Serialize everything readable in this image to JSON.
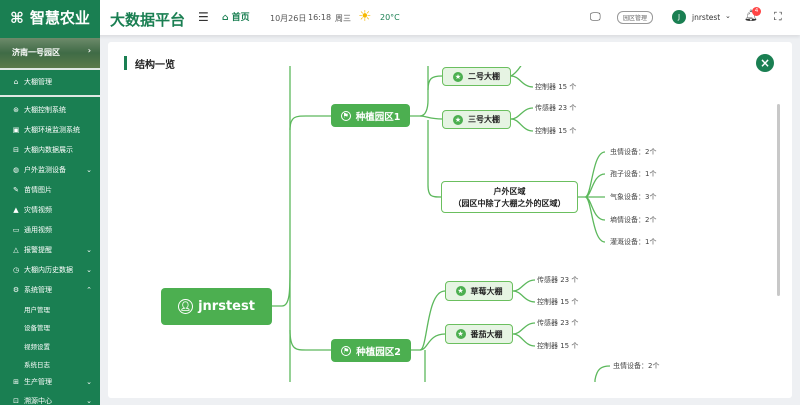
{
  "header": {
    "logo": "智慧农业",
    "platform": "大数据平台",
    "home": "首页",
    "date": "10月26日",
    "time": "16:18",
    "weekday": "周三",
    "temperature": "20°C",
    "park_manage": "园区管理",
    "avatar_letter": "J",
    "username": "jnrstest",
    "notification_count": "4"
  },
  "sidebar": {
    "park": "济南一号园区",
    "items": [
      {
        "label": "大棚管理",
        "icon": "home-icon"
      },
      {
        "label": "大棚控制系统",
        "icon": "control-icon"
      },
      {
        "label": "大棚环境监测系统",
        "icon": "monitor-icon"
      },
      {
        "label": "大棚内数据展示",
        "icon": "data-icon"
      },
      {
        "label": "户外监测设备",
        "icon": "outdoor-icon",
        "expand": true
      },
      {
        "label": "苗情图片",
        "icon": "plant-icon"
      },
      {
        "label": "灾情视频",
        "icon": "disaster-icon"
      },
      {
        "label": "通用视频",
        "icon": "video-icon"
      },
      {
        "label": "报警提醒",
        "icon": "alert-icon",
        "expand": true
      },
      {
        "label": "大棚内历史数据",
        "icon": "history-icon",
        "expand": true
      },
      {
        "label": "系统管理",
        "icon": "settings-icon",
        "expand": true
      }
    ],
    "sub_items": [
      "用户管理",
      "设备管理",
      "视频设置",
      "系统日志"
    ],
    "bottom_items": [
      {
        "label": "生产管理",
        "icon": "production-icon"
      },
      {
        "label": "溯源中心",
        "icon": "trace-icon"
      }
    ]
  },
  "page": {
    "title": "结构一览"
  },
  "mindmap": {
    "root": "jnrstest",
    "park1": {
      "label": "种植园区1",
      "greenhouses": [
        {
          "label": "二号大棚",
          "leaves": [
            "控制器 15 个"
          ]
        },
        {
          "label": "三号大棚",
          "leaves": [
            "传感器 23 个",
            "控制器 15 个"
          ]
        }
      ],
      "outdoor": {
        "line1": "户外区域",
        "line2": "（园区中除了大棚之外的区域）",
        "leaves": [
          "虫情设备：2个",
          "孢子设备：1个",
          "气象设备：3个",
          "墒情设备：2个",
          "灌溉设备：1个"
        ]
      }
    },
    "park2": {
      "label": "种植园区2",
      "greenhouses": [
        {
          "label": "草莓大棚",
          "leaves": [
            "传感器 23 个",
            "控制器 15 个"
          ]
        },
        {
          "label": "番茄大棚",
          "leaves": [
            "传感器 23 个",
            "控制器 15 个"
          ]
        }
      ],
      "outdoor_leaves": [
        "虫情设备：2个"
      ]
    }
  },
  "colors": {
    "brand": "#1a7f52",
    "node": "#4caf50",
    "line": "#5cb85c"
  }
}
